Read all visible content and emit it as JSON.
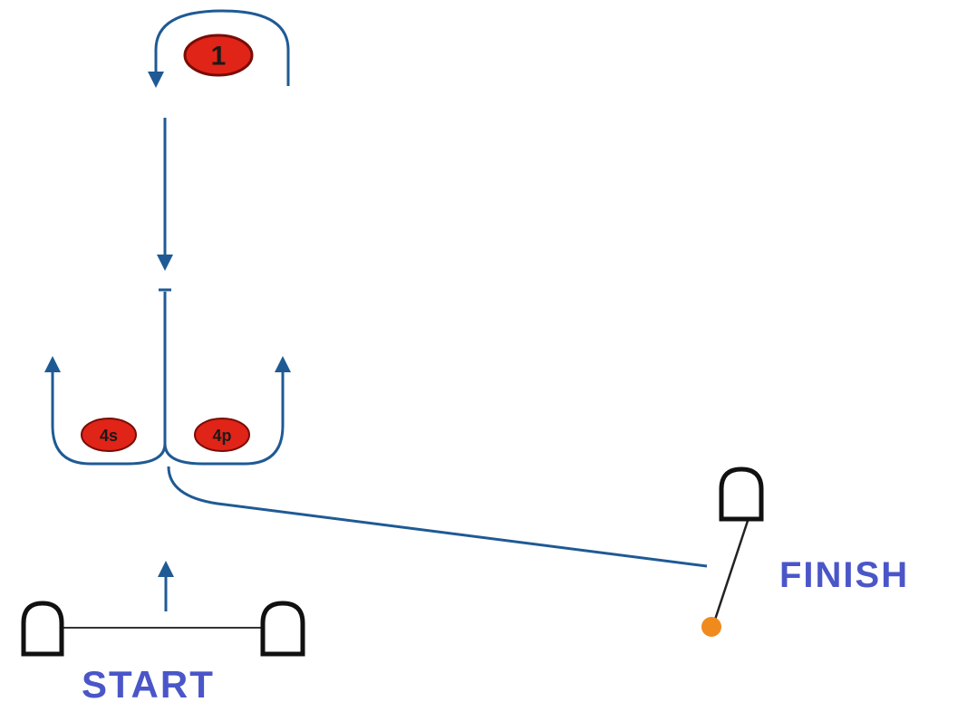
{
  "colors": {
    "course_line": "#1f5a94",
    "mark_fill": "#e02418",
    "mark_stroke": "#7a0c06",
    "mark_text": "#1a1a1a",
    "boat_stroke": "#111111",
    "line_label": "#4a56c8",
    "finish_pin": "#f08a1c"
  },
  "marks": {
    "windward": "1",
    "gate_starboard": "4s",
    "gate_port": "4p"
  },
  "labels": {
    "start": "START",
    "finish": "FINISH"
  }
}
